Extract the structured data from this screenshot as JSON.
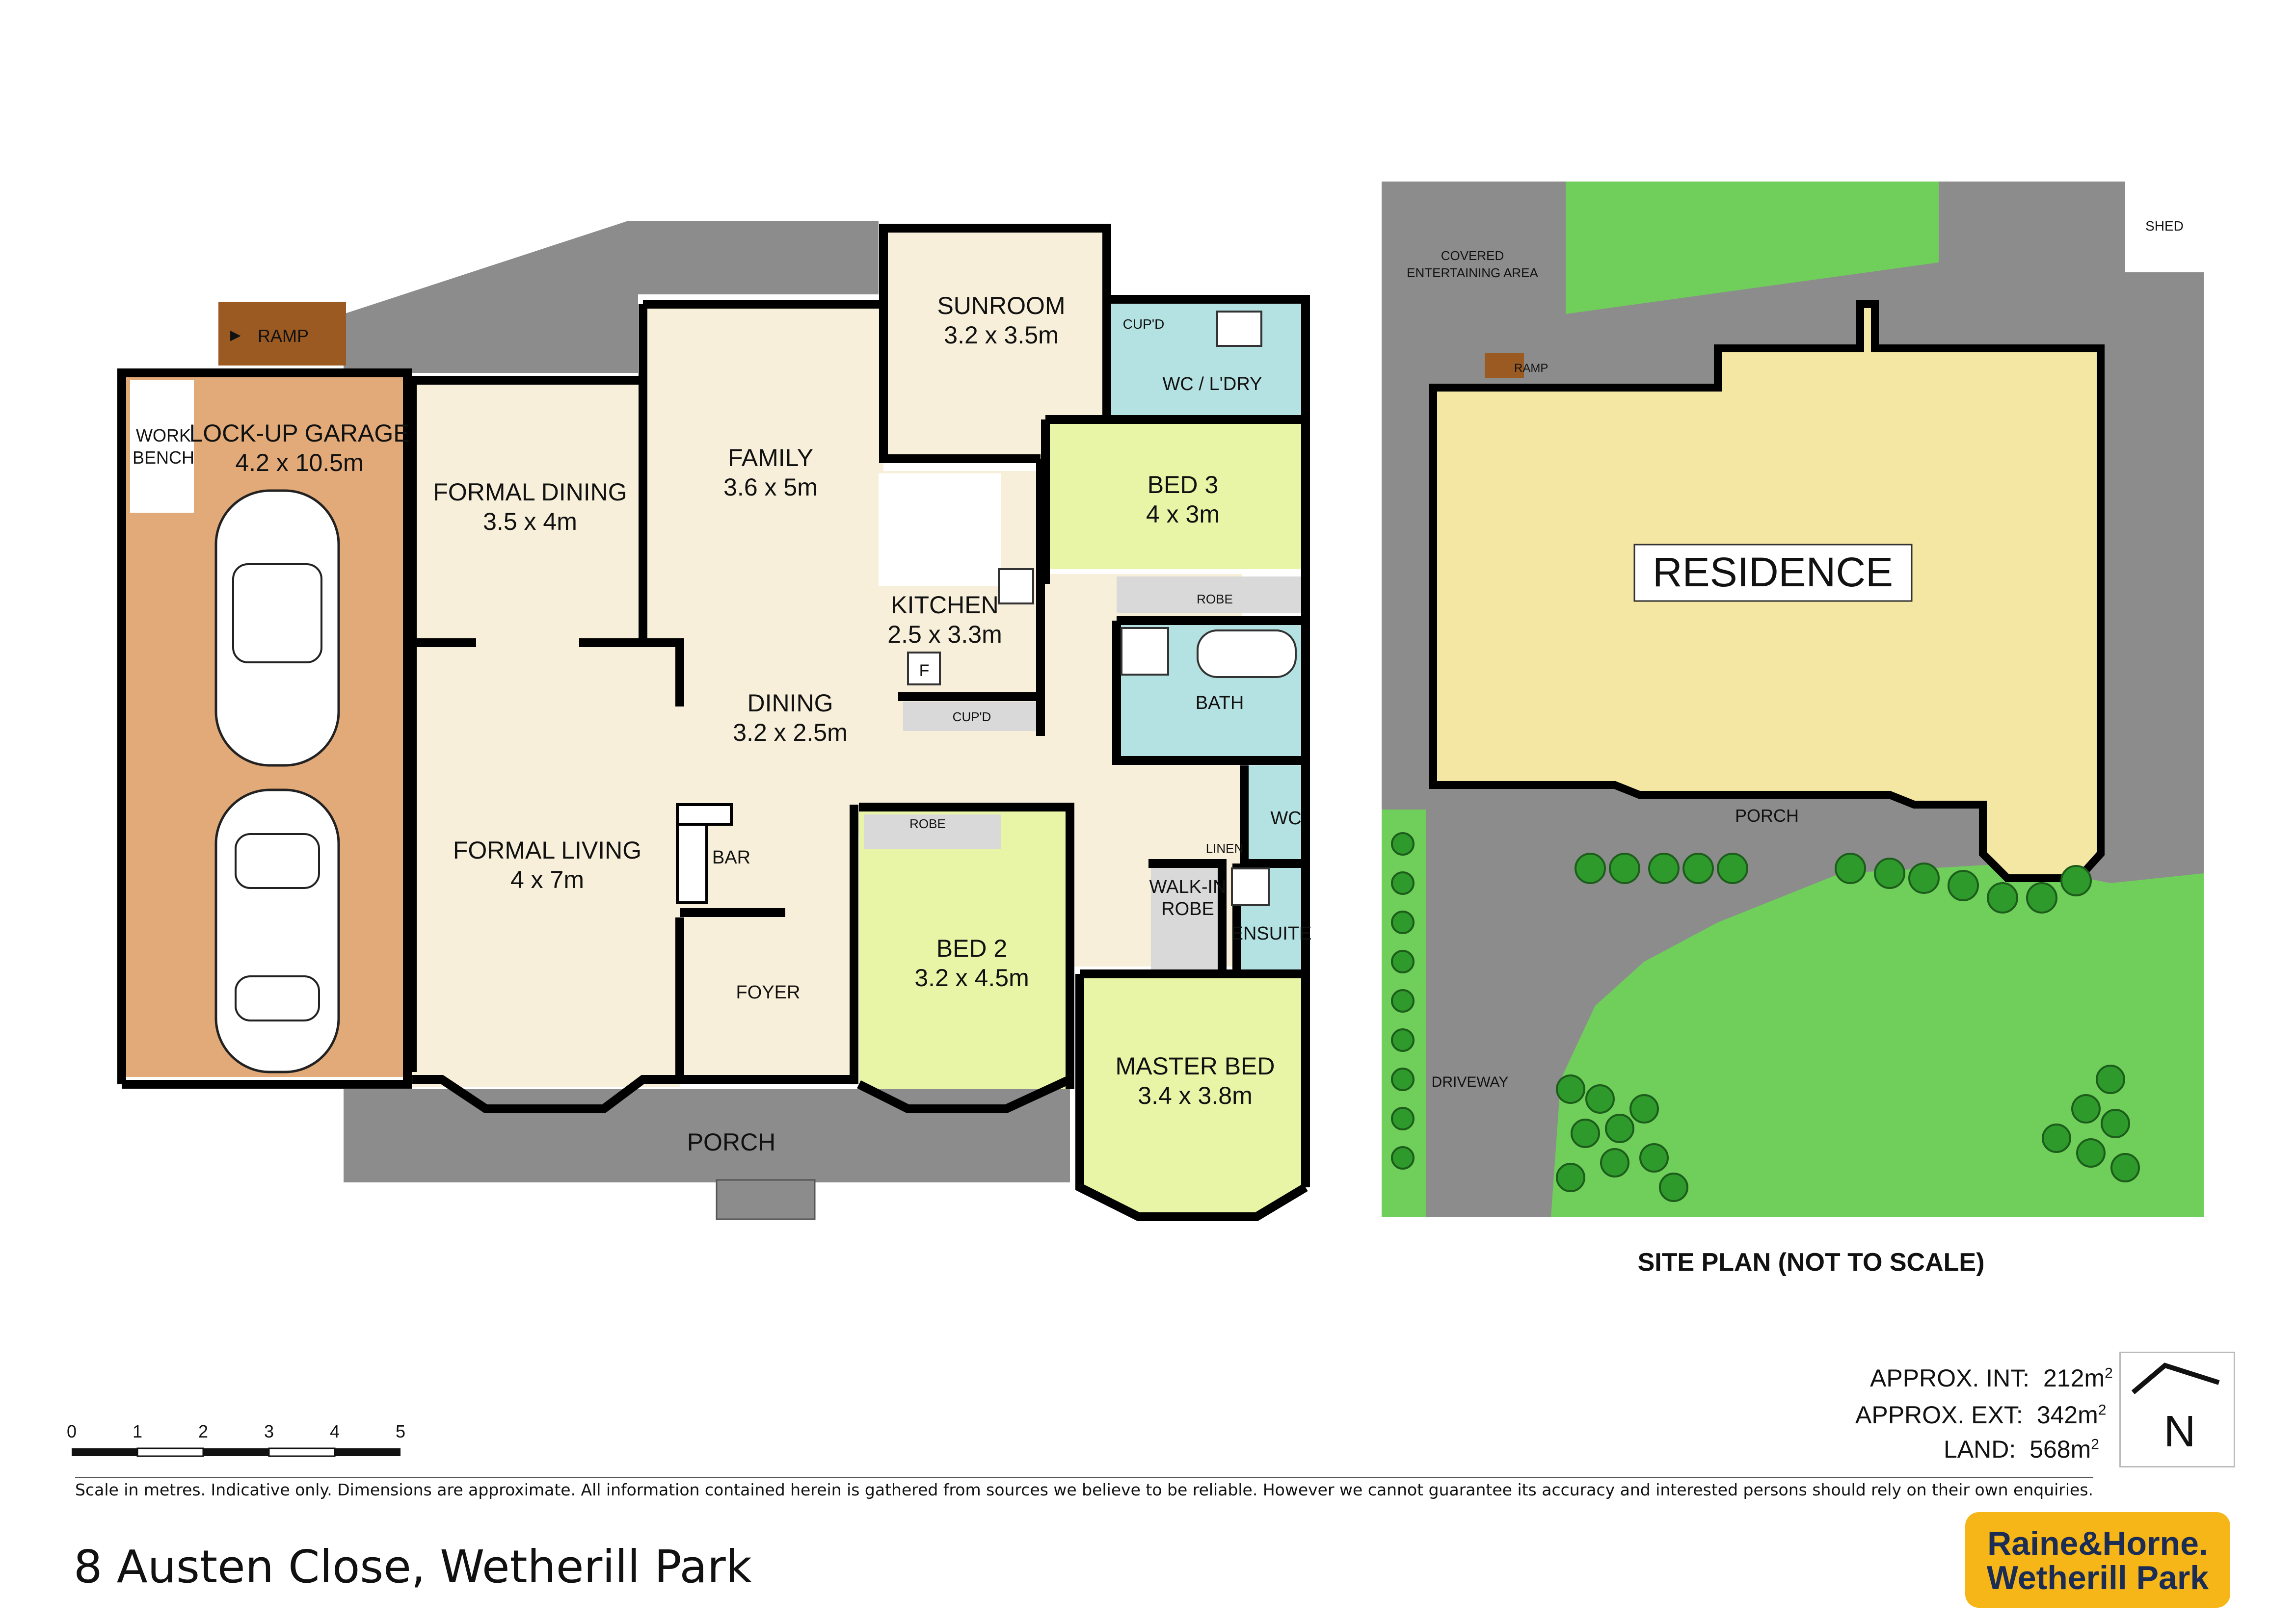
{
  "floor_plan": {
    "rooms": [
      {
        "name": "LOCK-UP GARAGE",
        "dims": "4.2 x 10.5m"
      },
      {
        "name": "FORMAL DINING",
        "dims": "3.5 x 4m"
      },
      {
        "name": "FAMILY",
        "dims": "3.6 x 5m"
      },
      {
        "name": "SUNROOM",
        "dims": "3.2 x 3.5m"
      },
      {
        "name": "KITCHEN",
        "dims": "2.5 x 3.3m"
      },
      {
        "name": "DINING",
        "dims": "3.2 x 2.5m"
      },
      {
        "name": "FORMAL LIVING",
        "dims": "4 x 7m"
      },
      {
        "name": "BED 3",
        "dims": "4 x 3m"
      },
      {
        "name": "BED 2",
        "dims": "3.2 x 4.5m"
      },
      {
        "name": "MASTER BED",
        "dims": "3.4 x 3.8m"
      }
    ],
    "labels": {
      "ramp": "RAMP",
      "work_bench_1": "WORK",
      "work_bench_2": "BENCH",
      "cupd": "CUP'D",
      "wc_ldry": "WC / L'DRY",
      "robe": "ROBE",
      "bath": "BATH",
      "wc": "WC",
      "linen": "LINEN",
      "walkin_1": "WALK-IN",
      "walkin_2": "ROBE",
      "ensuite": "ENSUITE",
      "bar": "BAR",
      "foyer": "FOYER",
      "porch": "PORCH",
      "fridge": "F"
    }
  },
  "site_plan": {
    "title": "SITE PLAN (NOT TO SCALE)",
    "residence": "RESIDENCE",
    "shed": "SHED",
    "covered_1": "COVERED",
    "covered_2": "ENTERTAINING AREA",
    "ramp": "RAMP",
    "porch": "PORCH",
    "driveway": "DRIVEWAY"
  },
  "scale_bar": {
    "ticks": [
      "0",
      "1",
      "2",
      "3",
      "4",
      "5"
    ]
  },
  "areas": {
    "int_label": "APPROX. INT:",
    "int_value": "212m",
    "int_sup": "2",
    "ext_label": "APPROX. EXT:",
    "ext_value": "342m",
    "ext_sup": "2",
    "land_label": "LAND:",
    "land_value": "568m",
    "land_sup": "2"
  },
  "compass": {
    "letter": "N"
  },
  "disclaimer": "Scale in metres. Indicative only. Dimensions are approximate. All information contained herein is gathered from sources we believe to be reliable. However we cannot guarantee its accuracy and interested persons should rely on their own enquiries.",
  "address": "8 Austen Close, Wetherill Park",
  "logo": {
    "line1": "Raine&Horne.",
    "line2": "Wetherill Park"
  },
  "colors": {
    "garage": "#e3aa79",
    "living": "#f7efd9",
    "bedroom": "#e9f5a6",
    "wet": "#b4e1e1",
    "porch": "#8c8c8c",
    "wall": "#000000",
    "lawn": "#6fcf5a",
    "residence": "#f4e7a4",
    "ramp": "#9a5a22",
    "logo_bg": "#f6b617",
    "logo_text": "#1b2c55"
  }
}
